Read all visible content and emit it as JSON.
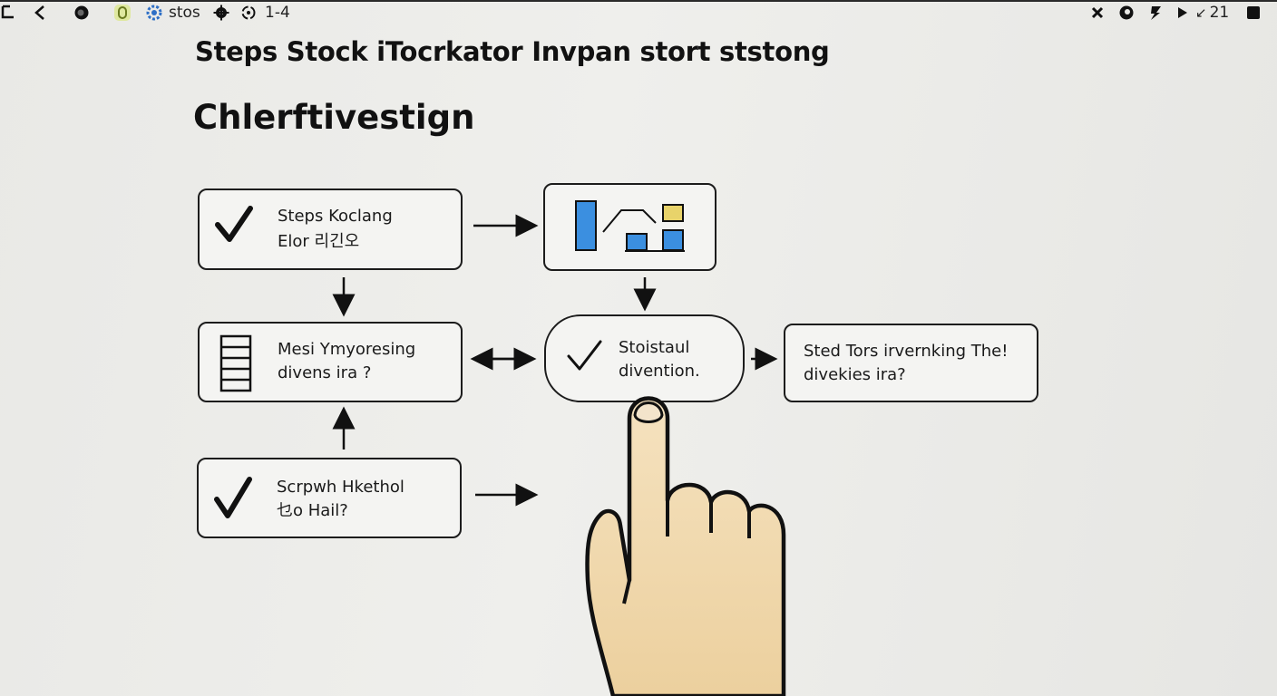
{
  "statusbar": {
    "app_label": "stos",
    "counter": "1-4",
    "right_text": "21"
  },
  "page": {
    "title": "Steps Stock iTocrkator Invpan stort ststong",
    "subtitle": "Chlerftivestign"
  },
  "nodes": {
    "n1": {
      "line1": "Steps Koclang",
      "line2": "Elor 리긴오"
    },
    "n3": {
      "line1": "Mesi Ymyoresing",
      "line2": "divens ira ?"
    },
    "n4": {
      "line1": "Stoistaul",
      "line2": "divention."
    },
    "n5": {
      "line1": "Sted Tors irvernking The!",
      "line2": "divekies ira?"
    },
    "n6": {
      "line1": "Scrpwh Hkethol",
      "line2": "乜o Hail?"
    }
  },
  "colors": {
    "chart_blue": "#3b8fe0",
    "chart_yellow": "#e8d36a",
    "hand_skin": "#f0d6a8"
  }
}
